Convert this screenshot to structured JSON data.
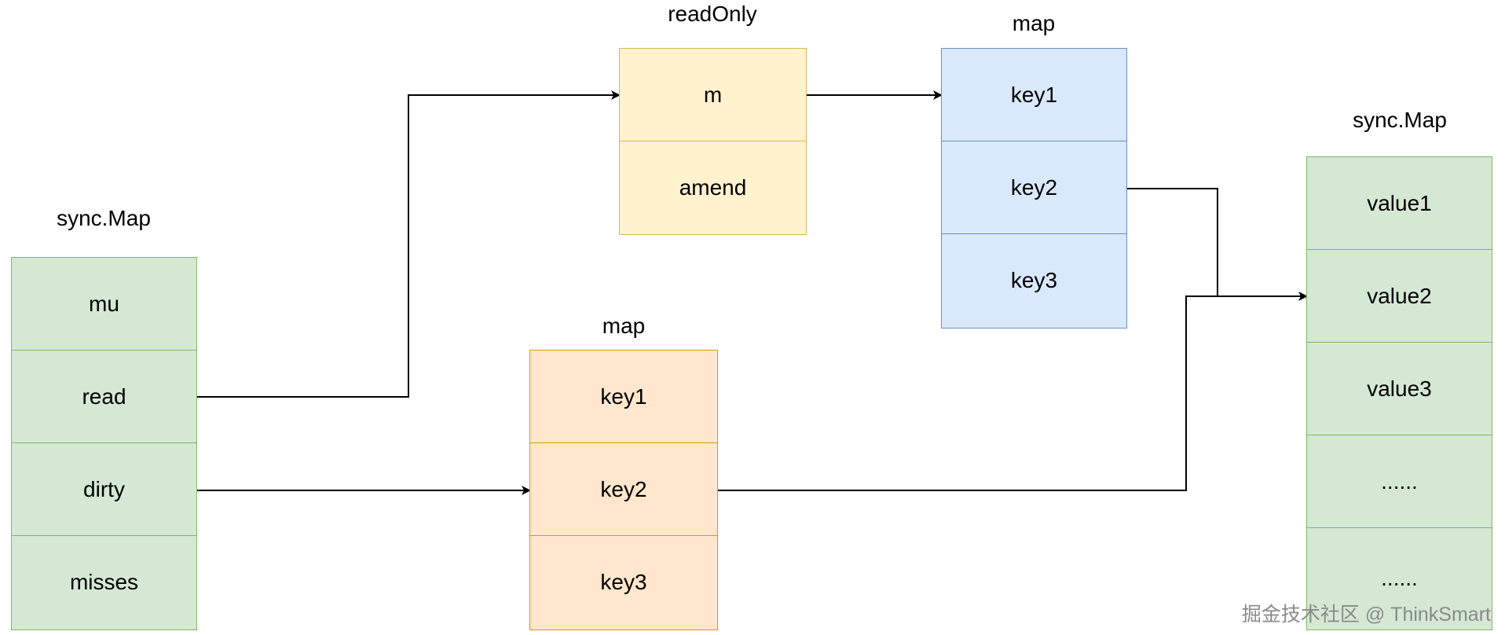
{
  "syncmap_left": {
    "title": "sync.Map",
    "fields": [
      "mu",
      "read",
      "dirty",
      "misses"
    ]
  },
  "readonly": {
    "title": "readOnly",
    "fields": [
      "m",
      "amend"
    ]
  },
  "map_top": {
    "title": "map",
    "keys": [
      "key1",
      "key2",
      "key3"
    ]
  },
  "map_bottom": {
    "title": "map",
    "keys": [
      "key1",
      "key2",
      "key3"
    ]
  },
  "syncmap_right": {
    "title": "sync.Map",
    "values": [
      "value1",
      "value2",
      "value3",
      "......",
      "......"
    ]
  },
  "watermark": "掘金技术社区 @ ThinkSmart",
  "colors": {
    "green_fill": "#d5e8d4",
    "green_stroke": "#82b366",
    "yellow_fill": "#fff2cc",
    "yellow_stroke": "#d6b656",
    "blue_fill": "#dae8fc",
    "blue_stroke": "#6c8ebf",
    "orange_fill": "#ffe6cc",
    "orange_stroke": "#d79b00"
  }
}
